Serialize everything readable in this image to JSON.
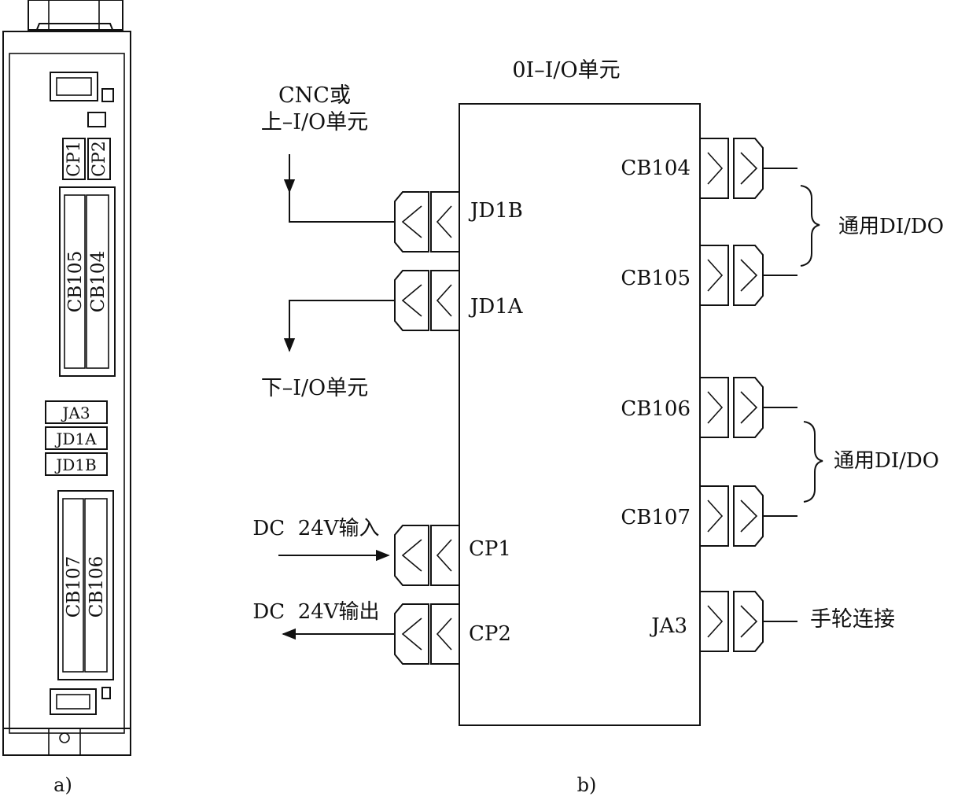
{
  "panel_a": {
    "caption": "a)",
    "labels": {
      "cp1": "CP1",
      "cp2": "CP2",
      "cb105": "CB105",
      "cb104": "CB104",
      "ja3": "JA3",
      "jd1a": "JD1A",
      "jd1b": "JD1B",
      "cb107": "CB107",
      "cb106": "CB106"
    }
  },
  "panel_b": {
    "caption": "b)",
    "unit_title": "0I–I/O单元",
    "left_connectors": {
      "jd1b": "JD1B",
      "jd1a": "JD1A",
      "cp1": "CP1",
      "cp2": "CP2"
    },
    "right_connectors": {
      "cb104": "CB104",
      "cb105": "CB105",
      "cb106": "CB106",
      "cb107": "CB107",
      "ja3": "JA3"
    },
    "external_labels": {
      "upper_unit_line1": "CNC或",
      "upper_unit_line2": "上–I/O单元",
      "lower_unit": "下–I/O单元",
      "dc_in": "DC  24V输入",
      "dc_out": "DC  24V输出",
      "general_dido_1": "通用DI/DO",
      "general_dido_2": "通用DI/DO",
      "handwheel": "手轮连接"
    }
  }
}
